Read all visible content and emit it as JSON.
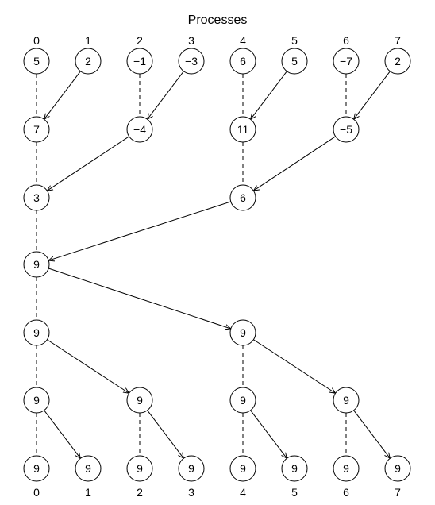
{
  "diagram": {
    "title": "Processes",
    "process_labels": [
      "0",
      "1",
      "2",
      "3",
      "4",
      "5",
      "6",
      "7"
    ],
    "levels": [
      [
        "5",
        "2",
        "−1",
        "−3",
        "6",
        "5",
        "−7",
        "2"
      ],
      [
        "7",
        "",
        "−4",
        "",
        "11",
        "",
        "−5",
        ""
      ],
      [
        "3",
        "",
        "",
        "",
        "6",
        "",
        "",
        ""
      ],
      [
        "9",
        "",
        "",
        "",
        "",
        "",
        "",
        ""
      ],
      [
        "9",
        "",
        "",
        "",
        "9",
        "",
        "",
        ""
      ],
      [
        "9",
        "",
        "9",
        "",
        "9",
        "",
        "9",
        ""
      ],
      [
        "9",
        "9",
        "9",
        "9",
        "9",
        "9",
        "9",
        "9"
      ]
    ],
    "edges": [
      {
        "from": [
          0,
          1
        ],
        "to": [
          1,
          0
        ],
        "style": "solid"
      },
      {
        "from": [
          0,
          3
        ],
        "to": [
          1,
          2
        ],
        "style": "solid"
      },
      {
        "from": [
          0,
          5
        ],
        "to": [
          1,
          4
        ],
        "style": "solid"
      },
      {
        "from": [
          0,
          7
        ],
        "to": [
          1,
          6
        ],
        "style": "solid"
      },
      {
        "from": [
          1,
          2
        ],
        "to": [
          2,
          0
        ],
        "style": "solid"
      },
      {
        "from": [
          1,
          6
        ],
        "to": [
          2,
          4
        ],
        "style": "solid"
      },
      {
        "from": [
          2,
          4
        ],
        "to": [
          3,
          0
        ],
        "style": "solid"
      },
      {
        "from": [
          3,
          0
        ],
        "to": [
          4,
          4
        ],
        "style": "solid"
      },
      {
        "from": [
          4,
          0
        ],
        "to": [
          5,
          2
        ],
        "style": "solid"
      },
      {
        "from": [
          4,
          4
        ],
        "to": [
          5,
          6
        ],
        "style": "solid"
      },
      {
        "from": [
          5,
          0
        ],
        "to": [
          6,
          1
        ],
        "style": "solid"
      },
      {
        "from": [
          5,
          2
        ],
        "to": [
          6,
          3
        ],
        "style": "solid"
      },
      {
        "from": [
          5,
          4
        ],
        "to": [
          6,
          5
        ],
        "style": "solid"
      },
      {
        "from": [
          5,
          6
        ],
        "to": [
          6,
          7
        ],
        "style": "solid"
      },
      {
        "from": [
          0,
          0
        ],
        "to": [
          1,
          0
        ],
        "style": "dashed"
      },
      {
        "from": [
          0,
          2
        ],
        "to": [
          1,
          2
        ],
        "style": "dashed"
      },
      {
        "from": [
          0,
          4
        ],
        "to": [
          1,
          4
        ],
        "style": "dashed"
      },
      {
        "from": [
          0,
          6
        ],
        "to": [
          1,
          6
        ],
        "style": "dashed"
      },
      {
        "from": [
          1,
          0
        ],
        "to": [
          2,
          0
        ],
        "style": "dashed"
      },
      {
        "from": [
          1,
          4
        ],
        "to": [
          2,
          4
        ],
        "style": "dashed"
      },
      {
        "from": [
          2,
          0
        ],
        "to": [
          3,
          0
        ],
        "style": "dashed"
      },
      {
        "from": [
          3,
          0
        ],
        "to": [
          4,
          0
        ],
        "style": "dashed"
      },
      {
        "from": [
          4,
          0
        ],
        "to": [
          5,
          0
        ],
        "style": "dashed"
      },
      {
        "from": [
          4,
          4
        ],
        "to": [
          5,
          4
        ],
        "style": "dashed"
      },
      {
        "from": [
          5,
          0
        ],
        "to": [
          6,
          0
        ],
        "style": "dashed"
      },
      {
        "from": [
          5,
          2
        ],
        "to": [
          6,
          2
        ],
        "style": "dashed"
      },
      {
        "from": [
          5,
          4
        ],
        "to": [
          6,
          4
        ],
        "style": "dashed"
      },
      {
        "from": [
          5,
          6
        ],
        "to": [
          6,
          6
        ],
        "style": "dashed"
      }
    ]
  }
}
